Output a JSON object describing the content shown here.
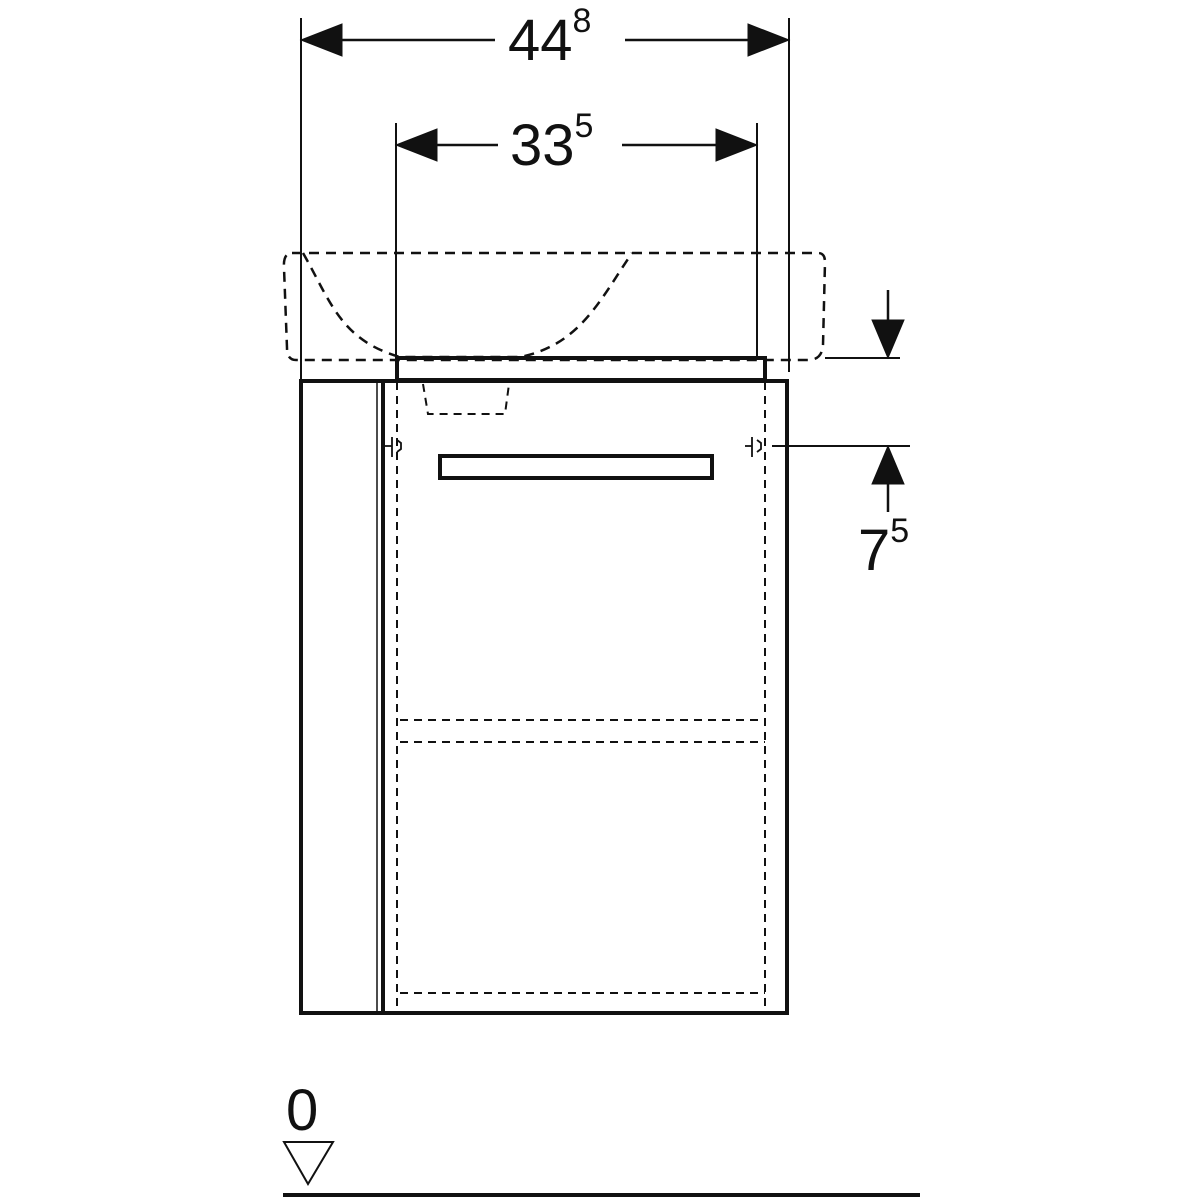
{
  "dimensions": {
    "overall_width": {
      "main": "44",
      "sup": "8"
    },
    "basin_width": {
      "main": "33",
      "sup": "5"
    },
    "mount_height": {
      "main": "7",
      "sup": "5"
    },
    "floor_level": "0"
  },
  "colors": {
    "line": "#111111",
    "background": "#ffffff"
  }
}
